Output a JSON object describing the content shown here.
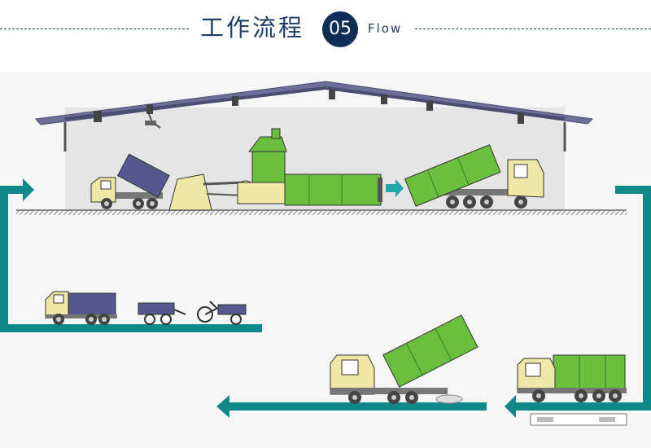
{
  "header": {
    "title": "工作流程",
    "step_number": "05",
    "subtitle": "Flow"
  },
  "colors": {
    "primary_text": "#1f3f66",
    "badge": "#0f2e55",
    "flow_arrow": "#0f8a8a",
    "container_green": "#6abf3e",
    "cab_yellow": "#efe7a6",
    "roof": "#6d6f9a",
    "truck_body_purple": "#55588f"
  },
  "icons": [
    "building-roof",
    "overhead-crane-icon",
    "dump-truck-icon",
    "compactor-machine-icon",
    "hook-lift-truck-icon",
    "hand-cart-icon",
    "tricycle-cart-icon",
    "flow-arrow-icon"
  ]
}
